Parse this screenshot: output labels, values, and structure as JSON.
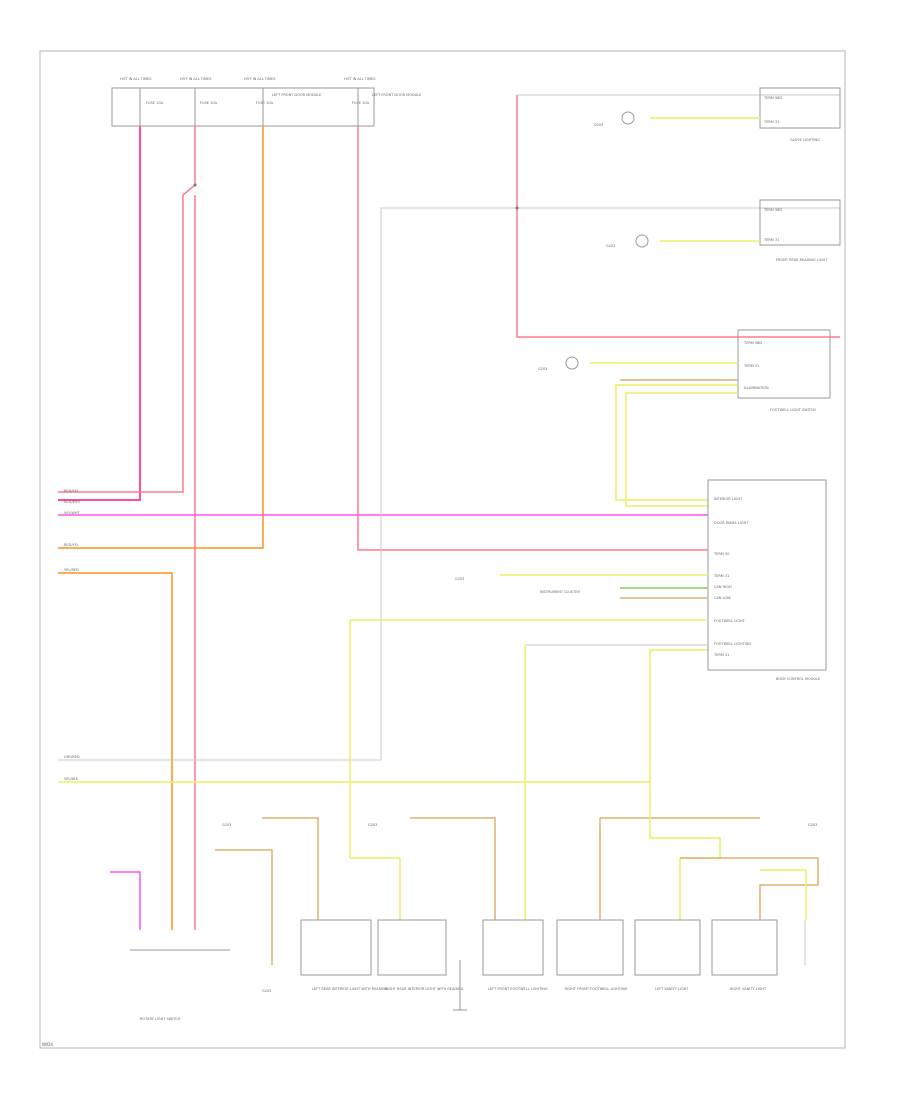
{
  "page": {
    "corner_label": "W/D4"
  },
  "fuses": [
    {
      "id": "fuse1",
      "label": "HOT IN ALL TIMES",
      "rating": "FUSE 10A"
    },
    {
      "id": "fuse2",
      "label": "HOT IN ALL TIMES",
      "rating": "FUSE 10A"
    },
    {
      "id": "fuse3",
      "label": "HOT IN ALL TIMES",
      "rating": "FUSE 10A"
    },
    {
      "id": "fuse4",
      "label": "HOT IN ALL TIMES",
      "rating": "FUSE 10A"
    }
  ],
  "fuse_notes": [
    "LEFT FRONT DOOR MODULE",
    "LEFT FRONT DOOR MODULE"
  ],
  "right_components": [
    {
      "label": "GLOVE LIGHTING",
      "pins": [
        "TERM 58D",
        "TERM 31"
      ]
    },
    {
      "label": "FRONT REAR READING LIGHT",
      "pins": [
        "TERM 58D",
        "TERM 31"
      ]
    },
    {
      "label": "FOOTWELL LIGHT SWITCH",
      "pins": [
        "TERM 58D",
        "TERM 31",
        "ILLUMINATION"
      ]
    }
  ],
  "module": {
    "label": "BODY CONTROL MODULE",
    "pins": [
      "INTERIOR LIGHT",
      "DOOR PANEL LIGHT",
      "TERM 30",
      "TERM 31",
      "CAN HIGH",
      "CAN LOW",
      "FOOTWELL LIGHT",
      "FOOTWELL LIGHTING",
      "TERM 31"
    ]
  },
  "left_wires": [
    "RED/YEL",
    "RED/WHT",
    "VIO/WHT",
    "RED/YEL",
    "YEL/RED"
  ],
  "bottom_wires": [
    "GRY/RED",
    "YEL/BLK"
  ],
  "bottom_components": [
    {
      "label": "LEFT REAR INTERIOR LIGHT WITH READING"
    },
    {
      "label": "RIGHT REAR INTERIOR LIGHT WITH READING"
    },
    {
      "label": "LEFT FRONT FOOTWELL LIGHTING"
    },
    {
      "label": "RIGHT FRONT FOOTWELL LIGHTING"
    },
    {
      "label": "LEFT VANITY LIGHT"
    },
    {
      "label": "RIGHT VANITY LIGHT"
    }
  ],
  "switch": {
    "label": "ROTARY LIGHT SWITCH"
  },
  "dashboard": {
    "label": "INSTRUMENT CLUSTER"
  },
  "grounds": [
    "G203",
    "G203",
    "G203",
    "G203",
    "G203",
    "G203",
    "G203",
    "G203"
  ]
}
